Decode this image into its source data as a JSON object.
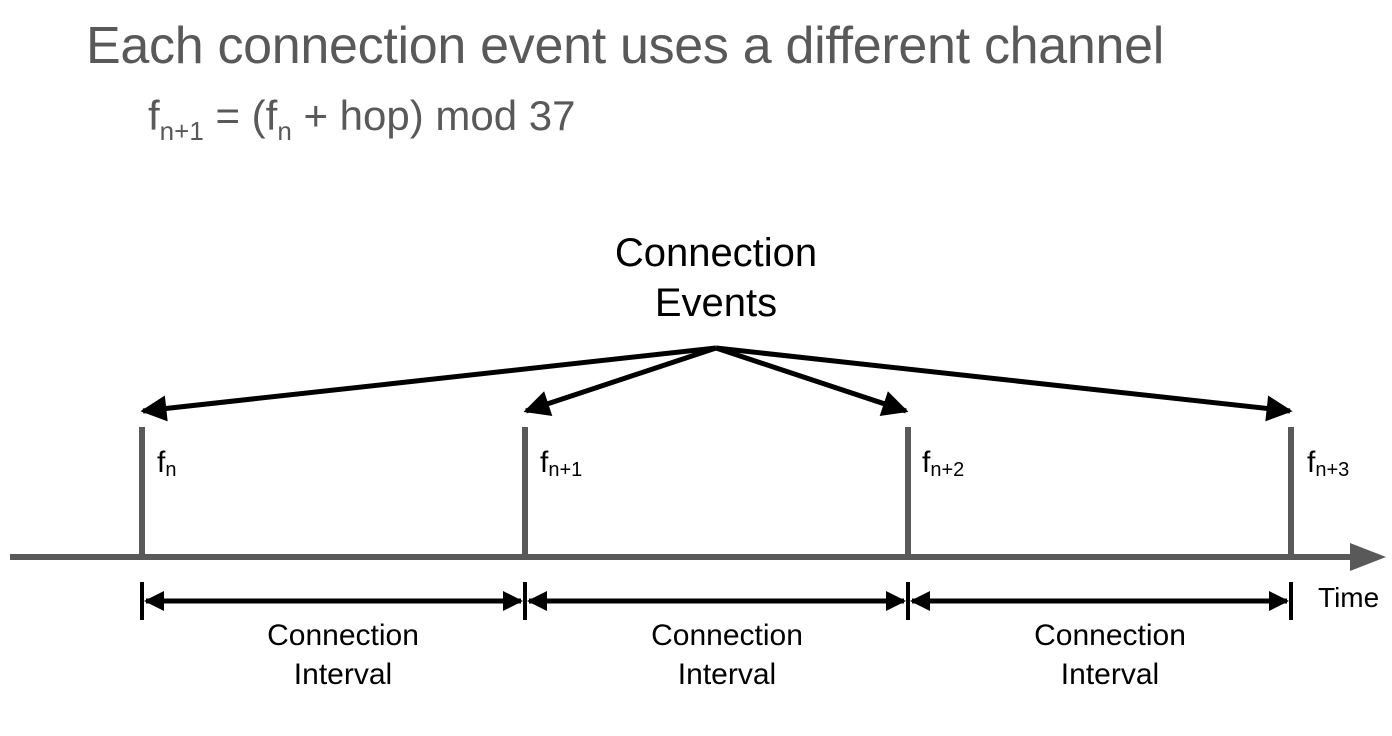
{
  "title": "Each connection event uses a different channel",
  "formula": {
    "lhs_base": "f",
    "lhs_sub": "n+1",
    "eq_open": " = (",
    "f_base": "f",
    "f_sub": "n",
    "tail": " + hop) mod 37"
  },
  "diagram": {
    "events_label_line1": "Connection",
    "events_label_line2": "Events",
    "time_label": "Time",
    "events": [
      {
        "base": "f",
        "sub": "n"
      },
      {
        "base": "f",
        "sub": "n+1"
      },
      {
        "base": "f",
        "sub": "n+2"
      },
      {
        "base": "f",
        "sub": "n+3"
      }
    ],
    "intervals": [
      {
        "line1": "Connection",
        "line2": "Interval"
      },
      {
        "line1": "Connection",
        "line2": "Interval"
      },
      {
        "line1": "Connection",
        "line2": "Interval"
      }
    ],
    "colors": {
      "axis": "#595959",
      "arrows": "#000000",
      "heading_text": "#595959",
      "label_text": "#000000"
    }
  }
}
